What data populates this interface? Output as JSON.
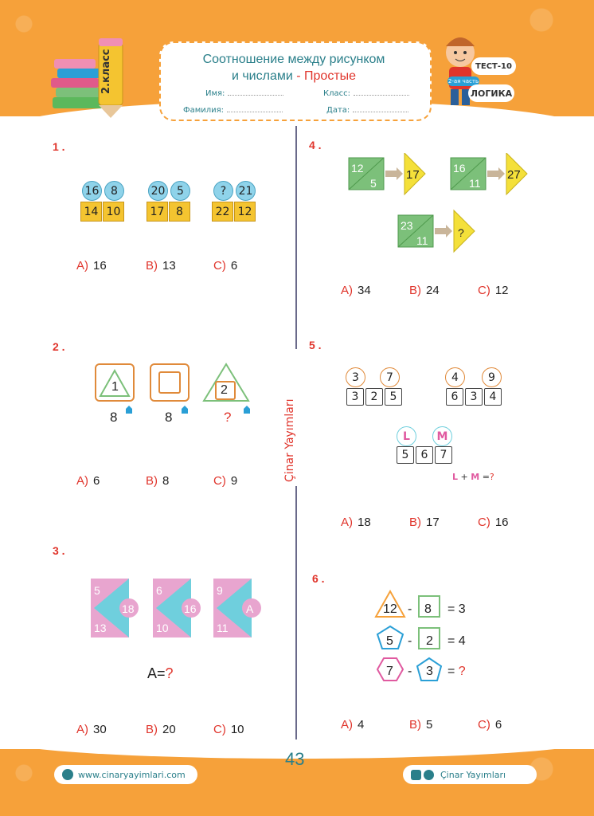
{
  "header": {
    "grade_label": "2.класс",
    "title_line1": "Соотношение между рисунком",
    "title_line2": "и числами",
    "title_dash": "-",
    "title_highlight": "Простые",
    "name_label": "Имя:",
    "class_label": "Класс:",
    "surname_label": "Фамилия:",
    "date_label": "Дата:",
    "test_label": "ТЕСТ-10",
    "part_label": "2-ая часть",
    "logic_label": "ЛОГИКА"
  },
  "side_brand": "Çinar Yayımları",
  "questions": {
    "q1": {
      "num": "1 .",
      "pairs": [
        {
          "top": [
            "16",
            "8"
          ],
          "bottom": [
            "14",
            "10"
          ]
        },
        {
          "top": [
            "20",
            "5"
          ],
          "bottom": [
            "17",
            "8"
          ]
        },
        {
          "top": [
            "?",
            "21"
          ],
          "bottom": [
            "22",
            "12"
          ]
        }
      ],
      "options": [
        {
          "l": "A)",
          "v": "16"
        },
        {
          "l": "B)",
          "v": "13"
        },
        {
          "l": "C)",
          "v": "6"
        }
      ]
    },
    "q2": {
      "num": "2 .",
      "shapes": [
        {
          "inner": "1",
          "value": "8"
        },
        {
          "inner": "",
          "value": "8"
        },
        {
          "inner": "2",
          "value": "?"
        }
      ],
      "options": [
        {
          "l": "A)",
          "v": "6"
        },
        {
          "l": "B)",
          "v": "8"
        },
        {
          "l": "C)",
          "v": "9"
        }
      ]
    },
    "q3": {
      "num": "3 .",
      "cards": [
        {
          "top": "5",
          "bottom": "13",
          "circle": "18"
        },
        {
          "top": "6",
          "bottom": "10",
          "circle": "16"
        },
        {
          "top": "9",
          "bottom": "11",
          "circle": "A"
        }
      ],
      "question_lead": "A=",
      "question_mark": "?",
      "options": [
        {
          "l": "A)",
          "v": "30"
        },
        {
          "l": "B)",
          "v": "20"
        },
        {
          "l": "C)",
          "v": "10"
        }
      ]
    },
    "q4": {
      "num": "4 .",
      "items": [
        {
          "top": "12",
          "bottom": "5",
          "result": "17"
        },
        {
          "top": "16",
          "bottom": "11",
          "result": "27"
        },
        {
          "top": "23",
          "bottom": "11",
          "result": "?"
        }
      ],
      "options": [
        {
          "l": "A)",
          "v": "34"
        },
        {
          "l": "B)",
          "v": "24"
        },
        {
          "l": "C)",
          "v": "12"
        }
      ]
    },
    "q5": {
      "num": "5 .",
      "groups": [
        {
          "top": [
            "3",
            "7"
          ],
          "bottom": [
            "3",
            "2",
            "5"
          ]
        },
        {
          "top": [
            "4",
            "9"
          ],
          "bottom": [
            "6",
            "3",
            "4"
          ]
        },
        {
          "top": [
            "L",
            "M"
          ],
          "bottom": [
            "5",
            "6",
            "7"
          ]
        }
      ],
      "formula_l": "L",
      "formula_plus": "+",
      "formula_m": "M",
      "formula_eq": "=",
      "formula_q": "?",
      "options": [
        {
          "l": "A)",
          "v": "18"
        },
        {
          "l": "B)",
          "v": "17"
        },
        {
          "l": "C)",
          "v": "16"
        }
      ]
    },
    "q6": {
      "num": "6 .",
      "rows": [
        {
          "shape": "12",
          "minus": "-",
          "box": "8",
          "eq": "= 3"
        },
        {
          "shape": "5",
          "minus": "-",
          "box": "2",
          "eq": "= 4"
        },
        {
          "shape": "7",
          "minus": "-",
          "box": "3",
          "eq": "=",
          "q": "?"
        }
      ],
      "options": [
        {
          "l": "A)",
          "v": "4"
        },
        {
          "l": "B)",
          "v": "5"
        },
        {
          "l": "C)",
          "v": "6"
        }
      ]
    }
  },
  "footer": {
    "page_number": "43",
    "website": "www.cinaryayimlari.com",
    "social": "Çinar Yayımları"
  },
  "colors": {
    "accent": "#f6a13a",
    "teal": "#2a7f8a",
    "red": "#e0342b",
    "yellow": "#f4c430",
    "blue": "#8fd3ea",
    "green": "#7cc07a",
    "pink": "#e8a5cf"
  }
}
